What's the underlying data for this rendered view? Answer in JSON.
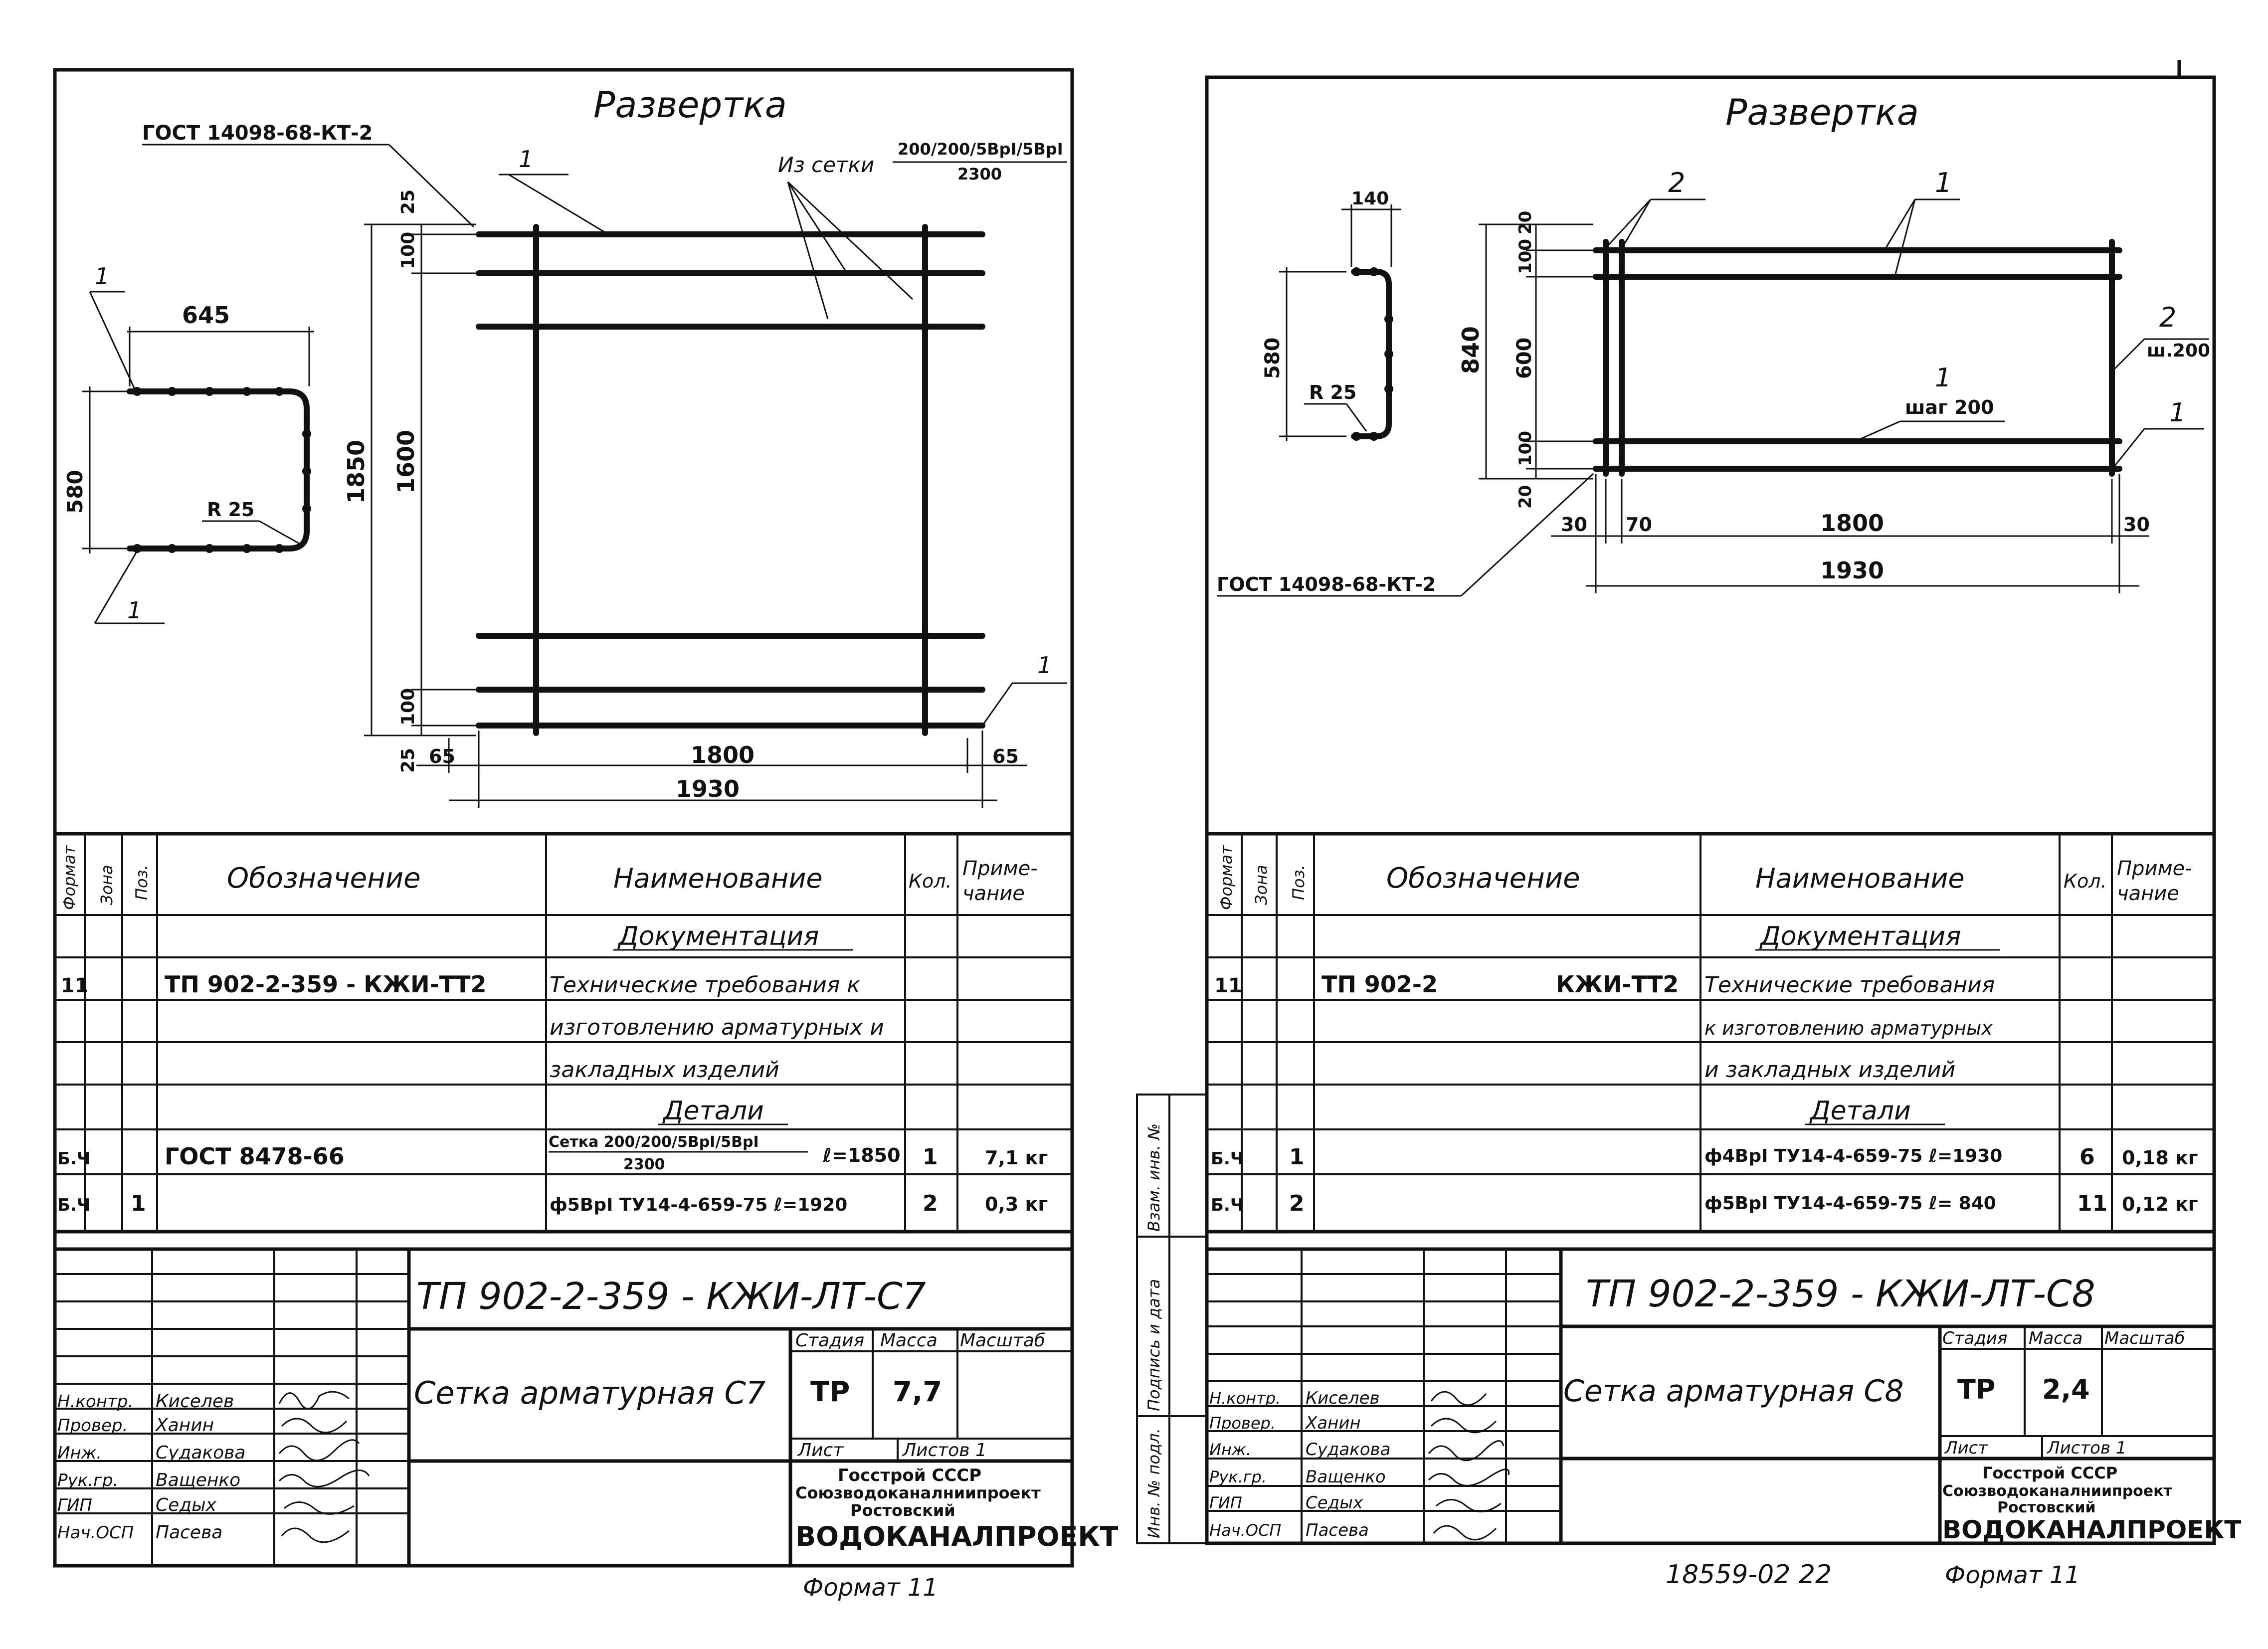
{
  "sheet_left": {
    "heading": "Развертка",
    "gost_weld": "ГОСТ 14098-68-КТ-2",
    "from_mesh_label": "Из сетки",
    "from_mesh_num": "200/200/5ВрI/5ВрI",
    "from_mesh_den": "2300",
    "pos_1": "1",
    "profile": {
      "w": "645",
      "h": "580",
      "r": "R 25"
    },
    "dims": {
      "h_total": "1850",
      "h_inner": "1600",
      "top_a": "25",
      "top_b": "100",
      "bot_a": "100",
      "bot_b": "25",
      "w_left": "65",
      "w_inner": "1800",
      "w_right": "65",
      "w_total": "1930"
    },
    "spec": {
      "col_format": "Формат",
      "col_zone": "Зона",
      "col_pos": "Поз.",
      "col_designation": "Обозначение",
      "col_name": "Наименование",
      "col_qty": "Кол.",
      "col_note": "Приме-\nчание",
      "section_docs": "Документация",
      "doc_format": "11",
      "doc_designation": "ТП 902-2-359 - КЖИ-ТТ2",
      "doc_name_1": "Технические требования к",
      "doc_name_2": "изготовлению арматурных и",
      "doc_name_3": "закладных изделий",
      "section_parts": "Детали",
      "r1_format": "Б.Ч",
      "r1_designation": "ГОСТ 8478-66",
      "r1_name_num": "Сетка 200/200/5ВрI/5ВрI",
      "r1_name_den": "2300",
      "r1_name_len": "ℓ=1850",
      "r1_qty": "1",
      "r1_note": "7,1 кг",
      "r2_format": "Б.Ч",
      "r2_pos": "1",
      "r2_name": "ф5ВрI ТУ14-4-659-75  ℓ=1920",
      "r2_qty": "2",
      "r2_note": "0,3 кг"
    },
    "title": {
      "code": "ТП 902-2-359 -   КЖИ-ЛТ-С7",
      "name": "Сетка арматурная С7",
      "stage_h": "Стадия",
      "mass_h": "Масса",
      "scale_h": "Масштаб",
      "stage": "ТР",
      "mass": "7,7",
      "sheet_h": "Лист",
      "sheets_h": "Листов 1",
      "org_1": "Госстрой СССР",
      "org_2": "Союзводоканалниипроект",
      "org_3": "Ростовский",
      "org_4": "ВОДОКАНАЛПРОЕКТ",
      "roles": [
        "Н.контр.",
        "Провер.",
        "Инж.",
        "Рук.гр.",
        "ГИП",
        "Нач.ОСП"
      ],
      "names": [
        "Киселев",
        "Ханин",
        "Судакова",
        "Ващенко",
        "Седых",
        "Пасева"
      ]
    },
    "format": "Формат 11"
  },
  "sheet_right": {
    "heading": "Развертка",
    "gost_weld": "ГОСТ 14098-68-КТ-2",
    "pos_1": "1",
    "pos_2": "2",
    "step_2": "ш.200",
    "step_1": "шаг 200",
    "profile": {
      "w": "140",
      "h": "580",
      "r": "R 25"
    },
    "dims": {
      "h_total": "840",
      "top_a": "20",
      "top_b": "100",
      "mid": "600",
      "bot_a": "100",
      "bot_b": "20",
      "w_left": "30",
      "w_left2": "70",
      "w_inner": "1800",
      "w_right": "30",
      "w_total": "1930"
    },
    "spec": {
      "col_format": "Формат",
      "col_zone": "Зона",
      "col_pos": "Поз.",
      "col_designation": "Обозначение",
      "col_name": "Наименование",
      "col_qty": "Кол.",
      "col_note": "Приме-\nчание",
      "section_docs": "Документация",
      "doc_format": "11",
      "doc_designation_a": "ТП 902-2",
      "doc_designation_b": "КЖИ-ТТ2",
      "doc_name_1": "Технические требования",
      "doc_name_2": "к изготовлению арматурных",
      "doc_name_3": "и закладных изделий",
      "section_parts": "Детали",
      "r1_format": "Б.Ч",
      "r1_pos": "1",
      "r1_name": "ф4ВрI ТУ14-4-659-75  ℓ=1930",
      "r1_qty": "6",
      "r1_note": "0,18 кг",
      "r2_format": "Б.Ч",
      "r2_pos": "2",
      "r2_name": "ф5ВрI ТУ14-4-659-75  ℓ= 840",
      "r2_qty": "11",
      "r2_note": "0,12 кг"
    },
    "side_stamps": [
      "Взам. инв. №",
      "Подпись и дата",
      "Инв. № подл."
    ],
    "title": {
      "code": "ТП 902-2-359 -   КЖИ-ЛТ-С8",
      "name": "Сетка арматурная С8",
      "stage_h": "Стадия",
      "mass_h": "Масса",
      "scale_h": "Масштаб",
      "stage": "ТР",
      "mass": "2,4",
      "sheet_h": "Лист",
      "sheets_h": "Листов 1",
      "org_1": "Госстрой СССР",
      "org_2": "Союзводоканалниипроект",
      "org_3": "Ростовский",
      "org_4": "ВОДОКАНАЛПРОЕКТ",
      "roles": [
        "Н.контр.",
        "Провер.",
        "Инж.",
        "Рук.гр.",
        "ГИП",
        "Нач.ОСП"
      ],
      "names": [
        "Киселев",
        "Ханин",
        "Судакова",
        "Ващенко",
        "Седых",
        "Пасева"
      ]
    },
    "archive_no": "18559-02  22",
    "format": "Формат 11"
  }
}
